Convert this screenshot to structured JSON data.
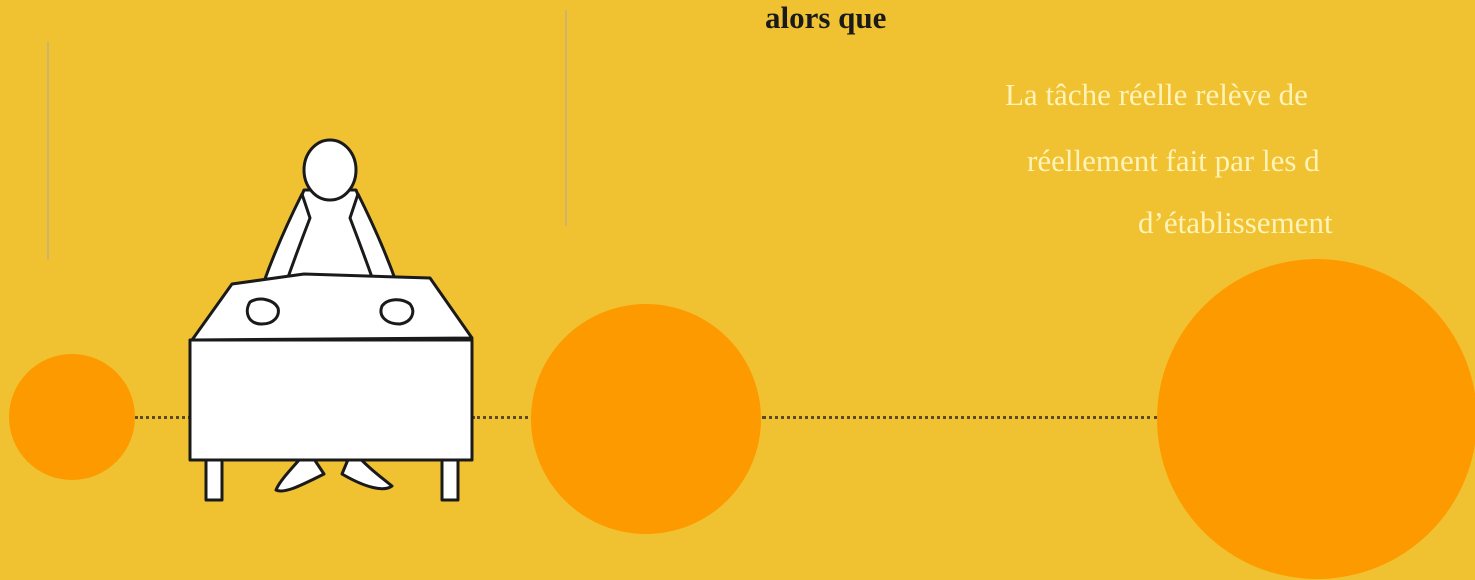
{
  "slide": {
    "heading": "alors que",
    "body_lines": [
      "La tâche réelle relève de",
      "réellement fait par les d",
      "d’établissement"
    ]
  },
  "illustration": {
    "icon": "person-at-desk-icon"
  },
  "colors": {
    "background": "#f0c232",
    "circle_fill": "#fd9a00",
    "body_text": "#fff3b8",
    "heading_text": "#1a1a1a",
    "outline": "#1a1a1a",
    "figure_fill": "#ffffff"
  }
}
